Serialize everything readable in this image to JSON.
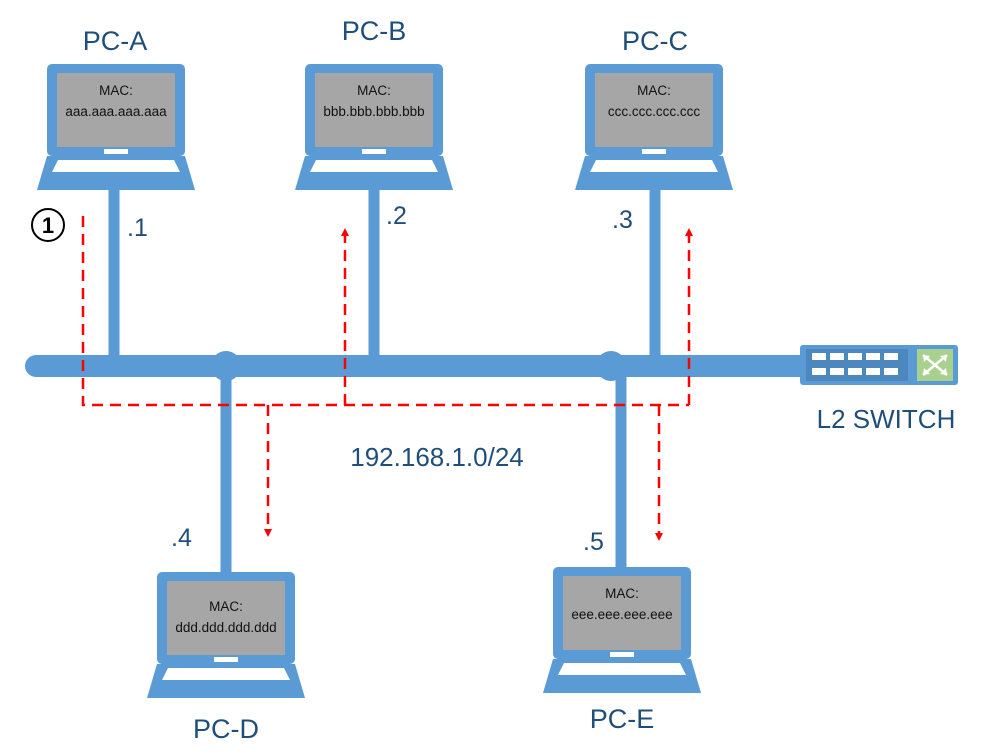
{
  "colors": {
    "network": "#5b9bd5",
    "screen": "#a6a6a6",
    "flow": "#ff0000",
    "label": "#1f4e79"
  },
  "network": {
    "subnet": "192.168.1.0/24",
    "switch_label": "L2 SWITCH",
    "switch_icon": "switch-icon"
  },
  "step": {
    "number": "1"
  },
  "pcs": [
    {
      "name": "PC-A",
      "mac_label": "MAC:",
      "mac": "aaa.aaa.aaa.aaa",
      "ip": ".1"
    },
    {
      "name": "PC-B",
      "mac_label": "MAC:",
      "mac": "bbb.bbb.bbb.bbb",
      "ip": ".2"
    },
    {
      "name": "PC-C",
      "mac_label": "MAC:",
      "mac": "ccc.ccc.ccc.ccc",
      "ip": ".3"
    },
    {
      "name": "PC-D",
      "mac_label": "MAC:",
      "mac": "ddd.ddd.ddd.ddd",
      "ip": ".4"
    },
    {
      "name": "PC-E",
      "mac_label": "MAC:",
      "mac": "eee.eee.eee.eee",
      "ip": ".5"
    }
  ]
}
